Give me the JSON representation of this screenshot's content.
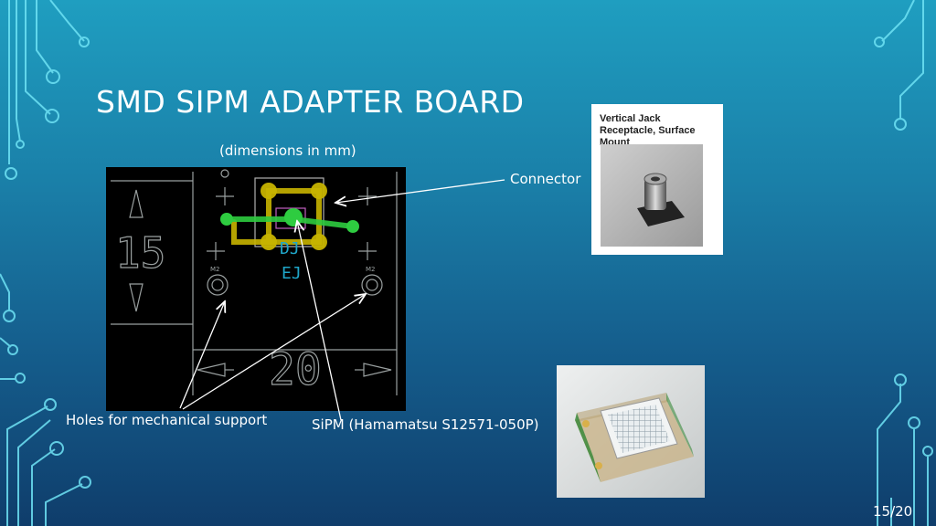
{
  "slide": {
    "title": "SMD SIPM ADAPTER BOARD",
    "dimensions_note": "(dimensions in mm)",
    "connector_label": "Connector",
    "holes_label": "Holes for mechanical support",
    "sipm_label": "SiPM (Hamamatsu S12571-050P)",
    "page_number": "15/20"
  },
  "pcb": {
    "dim_height": "15",
    "dim_width": "20",
    "ref_designator": "DJ",
    "ref_designator2": "EJ",
    "hole_label_left": "M2",
    "hole_label_right": "M2"
  },
  "connector_image": {
    "caption": "Vertical Jack Receptacle, Surface Mount"
  },
  "colors": {
    "trace_green": "#2ecc40",
    "trace_yellow": "#c8b400",
    "silkscreen": "#9aa0a0",
    "designator_blue": "#1fa6c9"
  }
}
